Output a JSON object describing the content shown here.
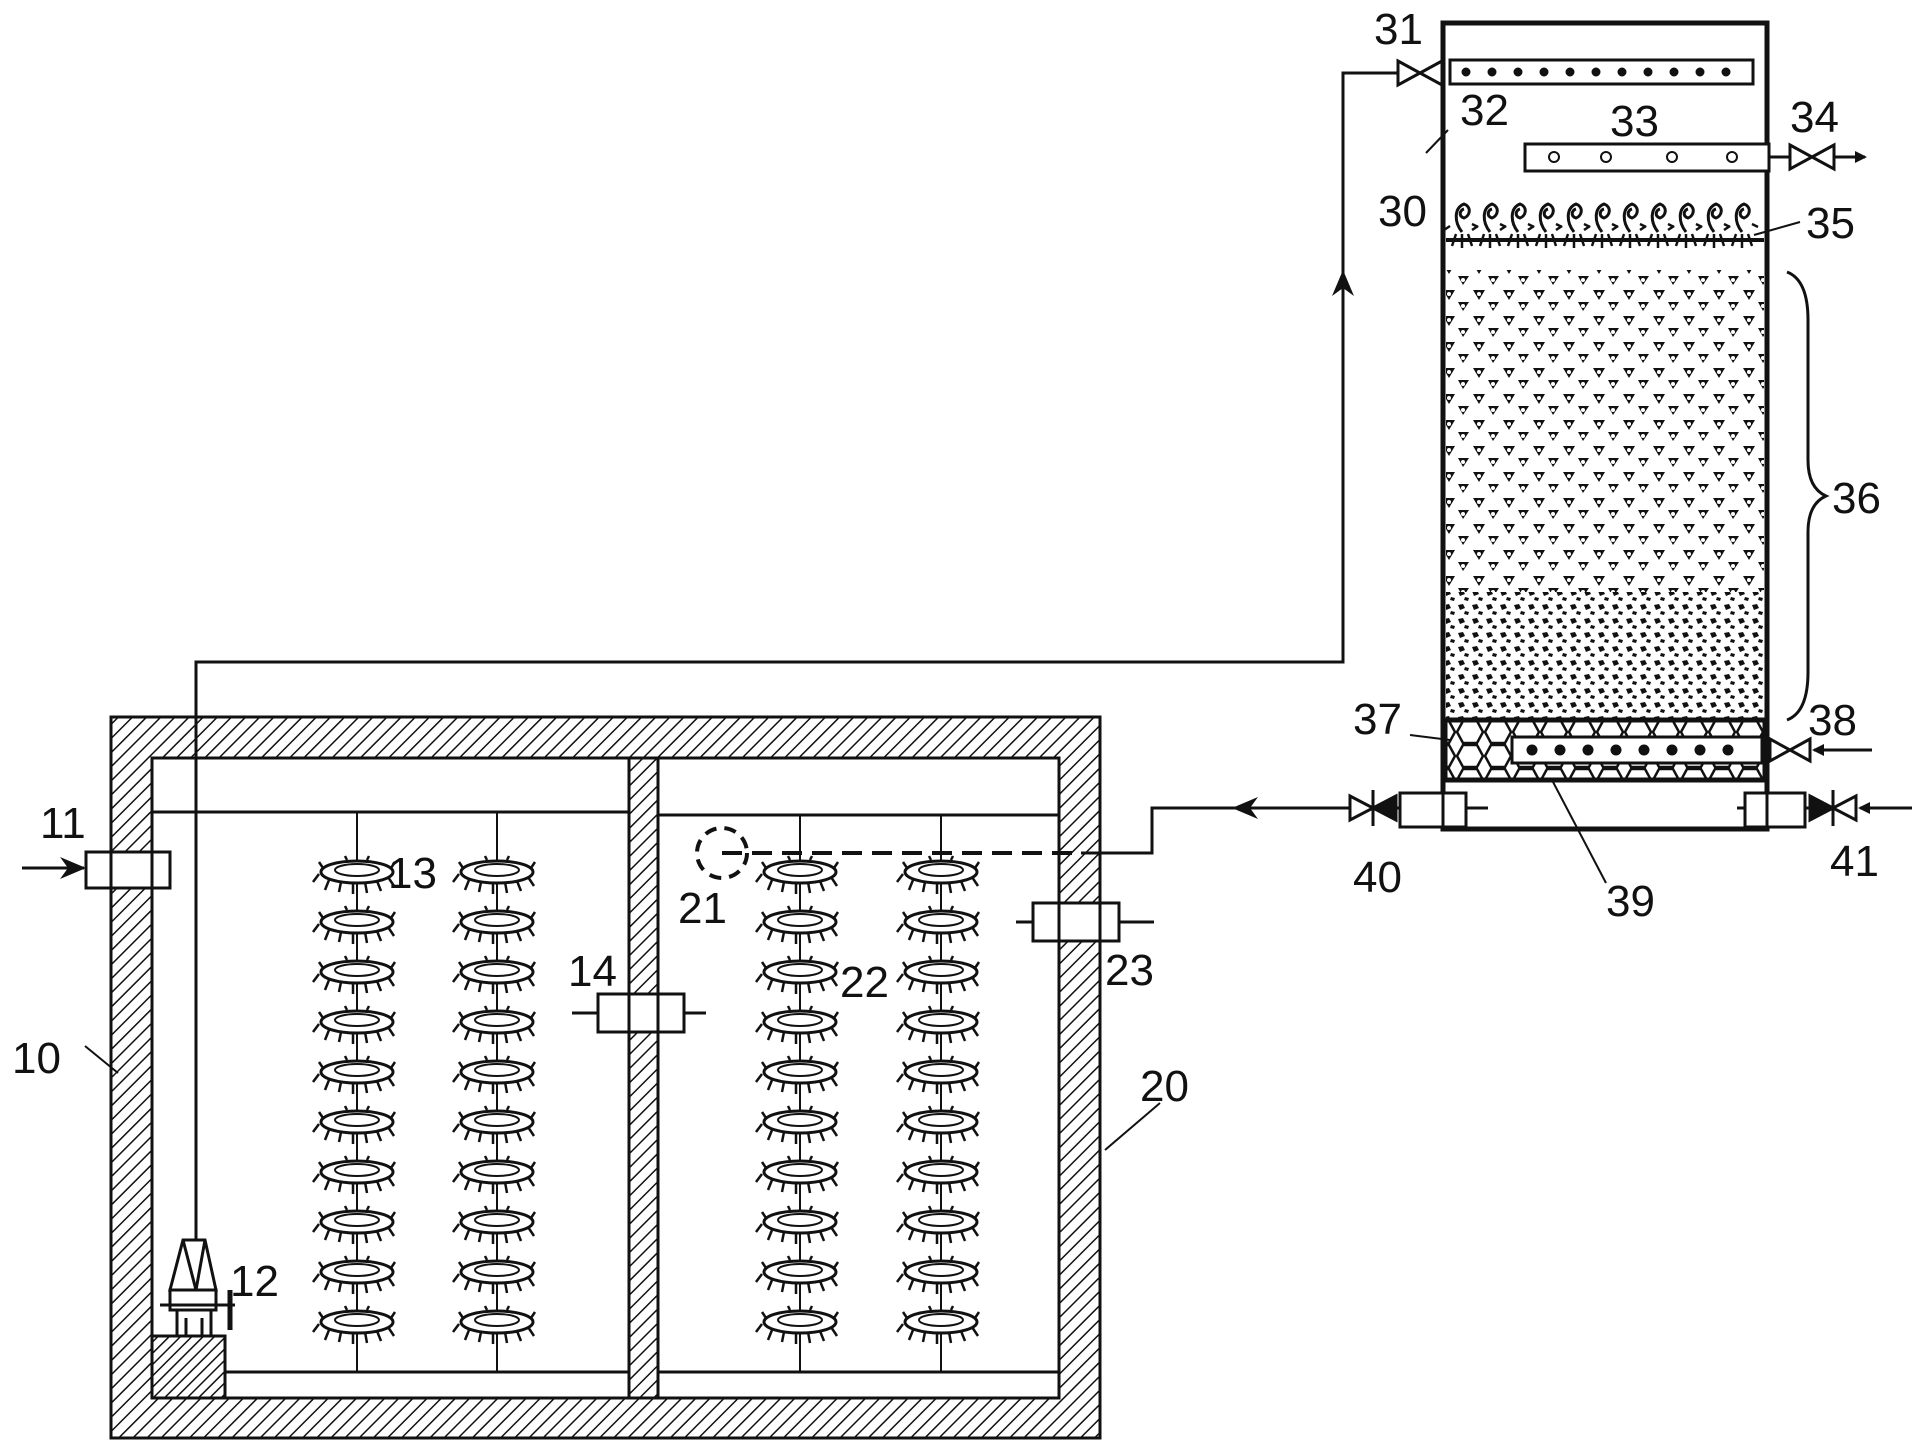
{
  "labels": {
    "anoxic_tank": "10",
    "inlet": "11",
    "pump": "12",
    "filler_1": "13",
    "connector": "14",
    "aerator": "21",
    "filler_2": "22",
    "outlet_pipe": "23",
    "aerobic_tank": "20",
    "biofilter": "30",
    "valve_31": "31",
    "water_distributor": "32",
    "collector": "33",
    "valve_34": "34",
    "top_layer": "35",
    "media_bed": "36",
    "support_layer": "37",
    "valve_38": "38",
    "air_distributor": "39",
    "valve_40": "40",
    "valve_41": "41"
  }
}
